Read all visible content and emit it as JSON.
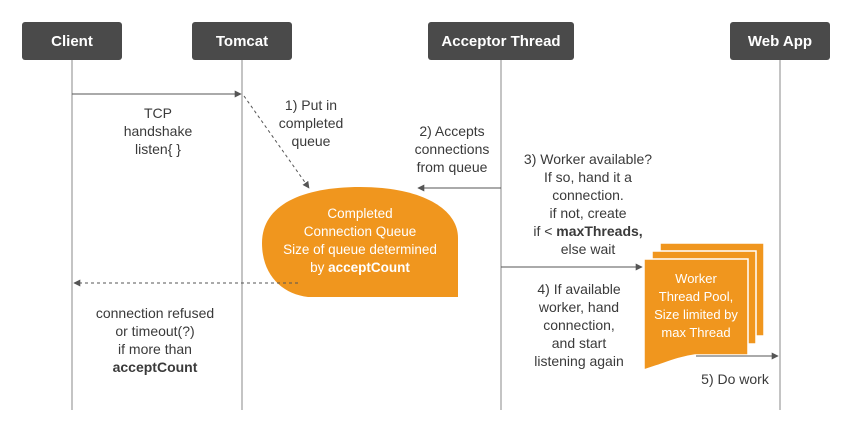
{
  "actors": {
    "client": "Client",
    "tomcat": "Tomcat",
    "acceptor": "Acceptor Thread",
    "webapp": "Web App"
  },
  "colors": {
    "accent": "#f0961e",
    "actor_bg": "#4a4a4a",
    "line": "#555555"
  },
  "labels": {
    "tcp": [
      "TCP",
      "handshake",
      "listen{ }"
    ],
    "put": [
      "1) Put in",
      "completed",
      "queue"
    ],
    "accepts": [
      "2) Accepts",
      "connections",
      "from queue"
    ],
    "worker": [
      "3) Worker available?",
      "If so, hand it a",
      "connection.",
      "if not, create"
    ],
    "worker_if_prefix": "if < ",
    "worker_bold": "maxThreads,",
    "worker_else": "else wait",
    "queue": [
      "Completed",
      "Connection Queue",
      "Size of queue determined"
    ],
    "queue_by": "by ",
    "queue_bold": "acceptCount",
    "pool": [
      "Worker",
      "Thread Pool,",
      "Size limited by",
      "max Thread"
    ],
    "step4": [
      "4) If available",
      "worker, hand",
      "connection,",
      "and start",
      "listening again"
    ],
    "step5": "5) Do work",
    "refused": [
      "connection refused",
      "or timeout(?)",
      "if more than"
    ],
    "refused_bold": "acceptCount"
  }
}
